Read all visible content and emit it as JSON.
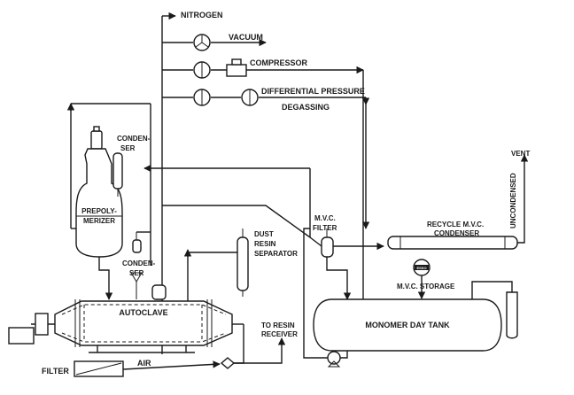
{
  "labels": {
    "nitrogen": "NITROGEN",
    "vacuum": "VACUUM",
    "compressor": "COMPRESSOR",
    "differential_pressure": "DIFFERENTIAL PRESSURE",
    "degassing": "DEGASSING",
    "condenser_top_1": "CONDEN-",
    "condenser_top_2": "SER",
    "prepolymerizer_1": "PREPOLY-",
    "prepolymerizer_2": "MERIZER",
    "condenser_low_1": "CONDEN-",
    "condenser_low_2": "SER",
    "autoclave": "AUTOCLAVE",
    "dust_1": "DUST",
    "dust_2": "RESIN",
    "dust_3": "SEPARATOR",
    "mvc_filter_1": "M.V.C.",
    "mvc_filter_2": "FILTER",
    "recycle_1": "RECYCLE M.V.C.",
    "recycle_2": "CONDENSER",
    "vent": "VENT",
    "uncondensed": "UNCONDENSED",
    "mvc_storage": "M.V.C. STORAGE",
    "storage_badge": "ESSO",
    "monomer_day_tank": "MONOMER DAY TANK",
    "to_resin_1": "TO RESIN",
    "to_resin_2": "RECEIVER",
    "filter": "FILTER",
    "air": "AIR"
  }
}
